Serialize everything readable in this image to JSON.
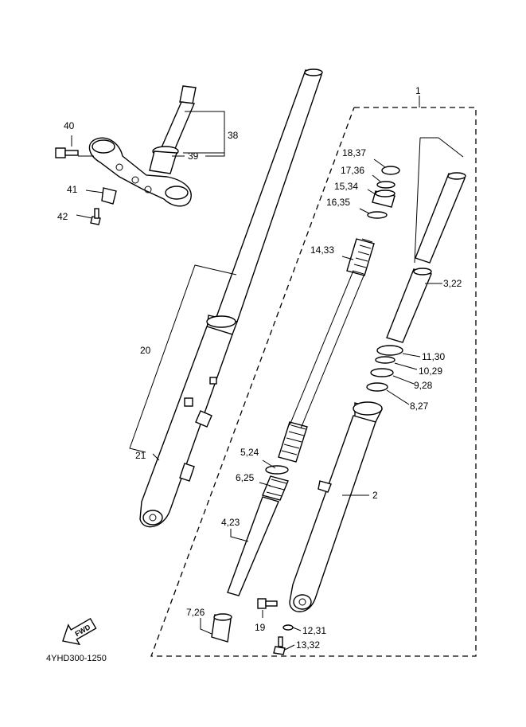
{
  "diagram": {
    "drawing_code": "4YHD300-1250",
    "fwd_label": "FWD",
    "callouts": {
      "c1": "1",
      "c2": "2",
      "c322": "3,22",
      "c423": "4,23",
      "c524": "5,24",
      "c625": "6,25",
      "c726": "7,26",
      "c827": "8,27",
      "c928": "9,28",
      "c1029": "10,29",
      "c1130": "11,30",
      "c1231": "12,31",
      "c1332": "13,32",
      "c1433": "14,33",
      "c1534": "15,34",
      "c1635": "16,35",
      "c1736": "17,36",
      "c1837": "18,37",
      "c19": "19",
      "c20": "20",
      "c21": "21",
      "c38": "38",
      "c39": "39",
      "c40": "40",
      "c41": "41",
      "c42": "42"
    }
  }
}
